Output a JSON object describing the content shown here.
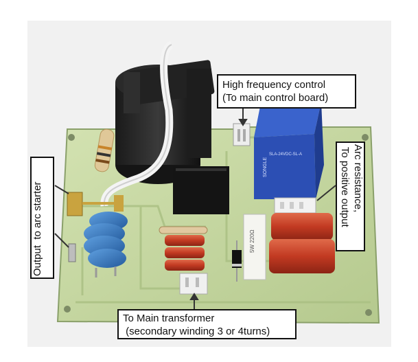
{
  "labels": {
    "hf_control": {
      "line1": "High frequency control",
      "line2": "(To main control board)"
    },
    "main_transformer": {
      "line1": "To Main transformer",
      "line2": " (secondary winding 3 or 4turns)"
    },
    "output_arc_starter": {
      "text": "Output  to arc starter"
    },
    "arc_resistance": {
      "line1": "Arc resistance,",
      "line2": " To positive output"
    }
  },
  "board_markings": {
    "relay_text_1": "SONGLE",
    "relay_text_2": "SLA-24VDC-SL-A",
    "resistor_text": "5W 220Ω"
  },
  "colors": {
    "pcb": "#c6d8a2",
    "relay_blue": "#2c4fb4",
    "capacitor_red": "#c23a22",
    "ferrite_blue": "#3d7fc4"
  }
}
